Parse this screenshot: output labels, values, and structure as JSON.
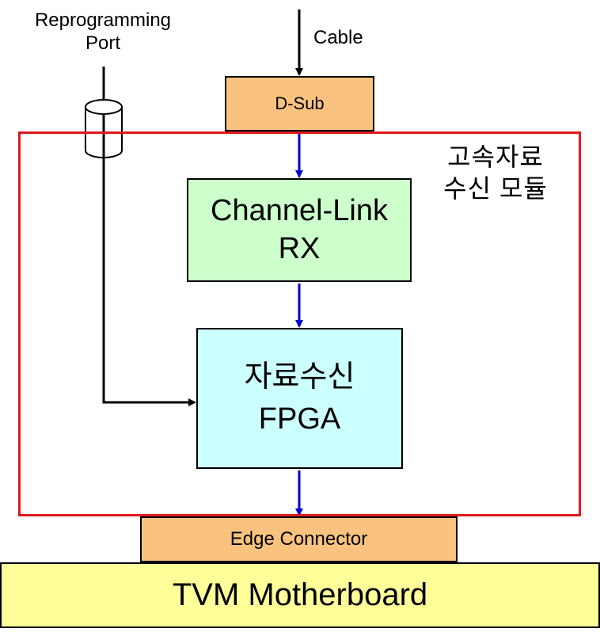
{
  "cable": {
    "label": "Cable"
  },
  "reprog_port": {
    "line1": "Reprogramming",
    "line2": "Port"
  },
  "dsub": {
    "label": "D-Sub"
  },
  "module": {
    "title_line1": "고속자료",
    "title_line2": "수신 모듈",
    "border_color": "#e0191f"
  },
  "channel_link": {
    "line1": "Channel-Link",
    "line2": "RX",
    "fill": "#ccffcc"
  },
  "fpga": {
    "line1": "자료수신",
    "line2": "FPGA",
    "fill": "#ccffff"
  },
  "edge_connector": {
    "label": "Edge Connector",
    "fill": "#f9c37f"
  },
  "motherboard": {
    "label": "TVM Motherboard",
    "fill": "#ffff99"
  },
  "colors": {
    "signal_arrow": "#0000cc",
    "wire": "#000000",
    "connector_fill": "#f9c37f"
  }
}
